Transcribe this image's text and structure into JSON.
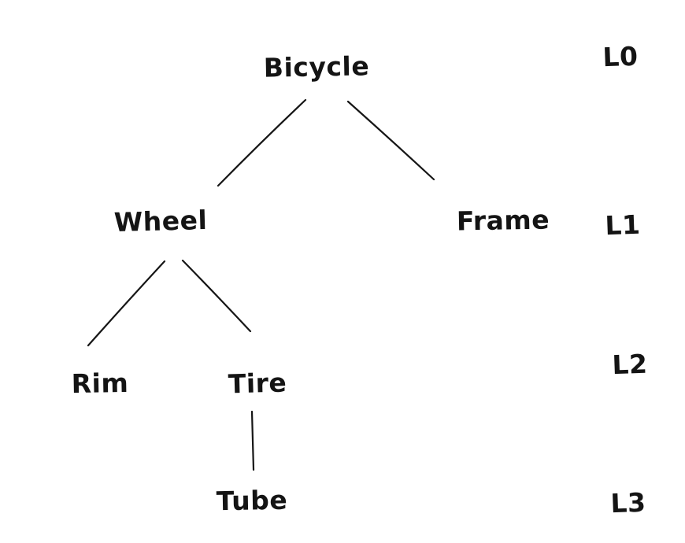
{
  "page": {
    "background_color": "#ffffff",
    "ink_color": "#161616",
    "style": "hand-drawn"
  },
  "diagram": {
    "type": "tree",
    "title": "",
    "nodes": {
      "bicycle": {
        "label": "Bicycle",
        "level": "L0"
      },
      "wheel": {
        "label": "Wheel",
        "level": "L1"
      },
      "frame": {
        "label": "Frame",
        "level": "L1"
      },
      "rim": {
        "label": "Rim",
        "level": "L2"
      },
      "tire": {
        "label": "Tire",
        "level": "L2"
      },
      "tube": {
        "label": "Tube",
        "level": "L3"
      }
    },
    "edges": [
      {
        "from": "Bicycle",
        "to": "Wheel"
      },
      {
        "from": "Bicycle",
        "to": "Frame"
      },
      {
        "from": "Wheel",
        "to": "Rim"
      },
      {
        "from": "Wheel",
        "to": "Tire"
      },
      {
        "from": "Tire",
        "to": "Tube"
      }
    ],
    "level_labels": {
      "l0": "L0",
      "l1": "L1",
      "l2": "L2",
      "l3": "L3"
    }
  }
}
